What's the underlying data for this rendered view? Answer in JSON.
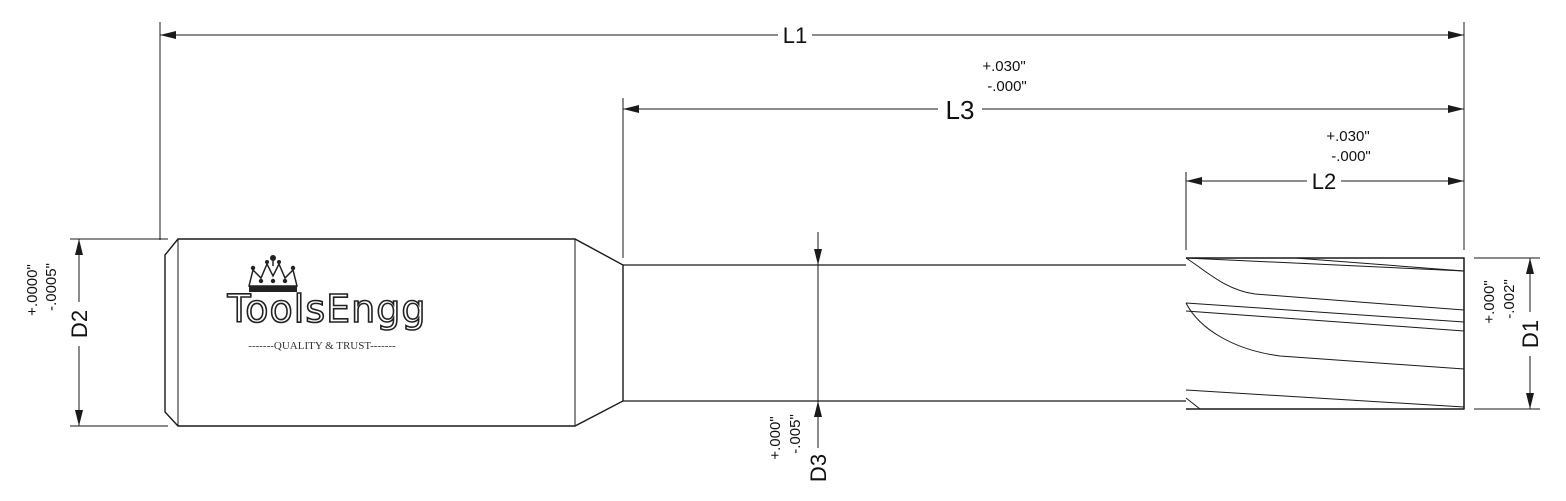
{
  "dimensions": {
    "L1": {
      "label": "L1"
    },
    "L2": {
      "label": "L2",
      "tol_plus": "+.030\"",
      "tol_minus": "-.000\""
    },
    "L3": {
      "label": "L3",
      "tol_plus": "+.030\"",
      "tol_minus": "-.000\""
    },
    "D1": {
      "label": "D1",
      "tol_plus": "+.000\"",
      "tol_minus": "-.002\""
    },
    "D2": {
      "label": "D2",
      "tol_plus": "+.0000\"",
      "tol_minus": "-.0005\""
    },
    "D3": {
      "label": "D3",
      "tol_plus": "+.000\"",
      "tol_minus": "-.005\""
    }
  },
  "logo": {
    "name": "ToolsEngg",
    "tagline": "-------QUALITY & TRUST-------",
    "icon": "crown-icon"
  }
}
